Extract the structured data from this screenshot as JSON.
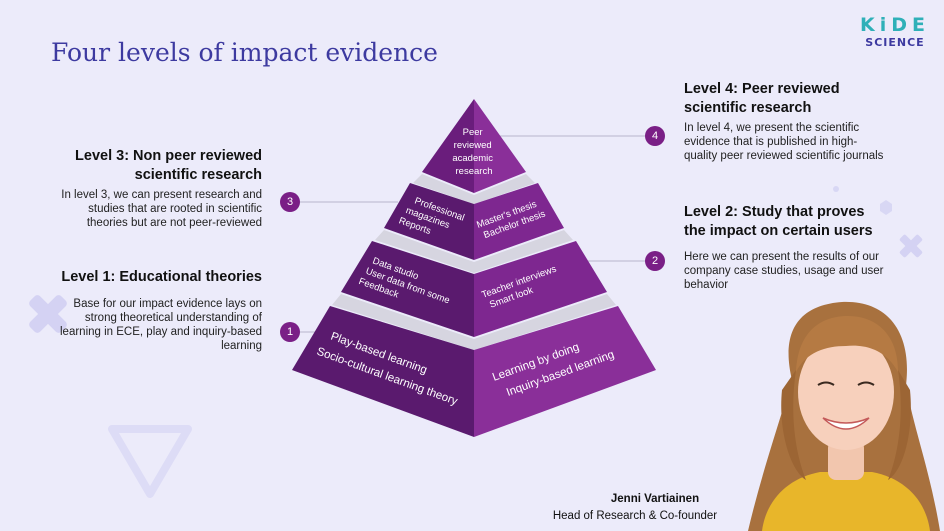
{
  "title": "Four levels of impact evidence",
  "logo": {
    "line1": "KiDE",
    "line2": "SCIENCE"
  },
  "level3": {
    "heading": "Level 3: Non peer reviewed scientific research",
    "text": "In level 3, we can present research and studies that are rooted in scientific theories but are not peer-reviewed"
  },
  "level1": {
    "heading": "Level 1: Educational theories",
    "text": "Base for our impact evidence lays on strong theoretical understanding of learning in ECE, play and inquiry-based learning"
  },
  "level4": {
    "heading": "Level 4: Peer reviewed scientific research",
    "text": "In level 4, we present the scientific evidence that is published in high-quality peer reviewed scientific journals"
  },
  "level2": {
    "heading": "Level 2: Study that proves the impact on certain users",
    "text": "Here we can present the results of our company case studies, usage and user behavior"
  },
  "badges": {
    "b1": "1",
    "b2": "2",
    "b3": "3",
    "b4": "4"
  },
  "pyramid": {
    "top": [
      "Peer",
      "reviewed",
      "academic",
      "research"
    ],
    "tier2_left": [
      "Professional",
      "magazines",
      "Reports"
    ],
    "tier2_right": [
      "Master's thesis",
      "Bachelor thesis"
    ],
    "tier3_left": [
      "Data studio",
      "User data from some",
      "Feedback"
    ],
    "tier3_right": [
      "Teacher interviews",
      "Smart look"
    ],
    "tier4_left": [
      "Play-based learning",
      "Socio-cultural learning theory"
    ],
    "tier4_right": [
      "Learning by doing",
      "Inquiry-based learning"
    ]
  },
  "person": {
    "name": "Jenni Vartiainen",
    "role": "Head of Research & Co-founder"
  },
  "colors": {
    "background": "#ecebfa",
    "title": "#3d3aa0",
    "pyramid_left": "#5a1a6e",
    "pyramid_right": "#8a2f99",
    "badge": "#7a1f86",
    "logo_teal": "#2fb0b8"
  }
}
